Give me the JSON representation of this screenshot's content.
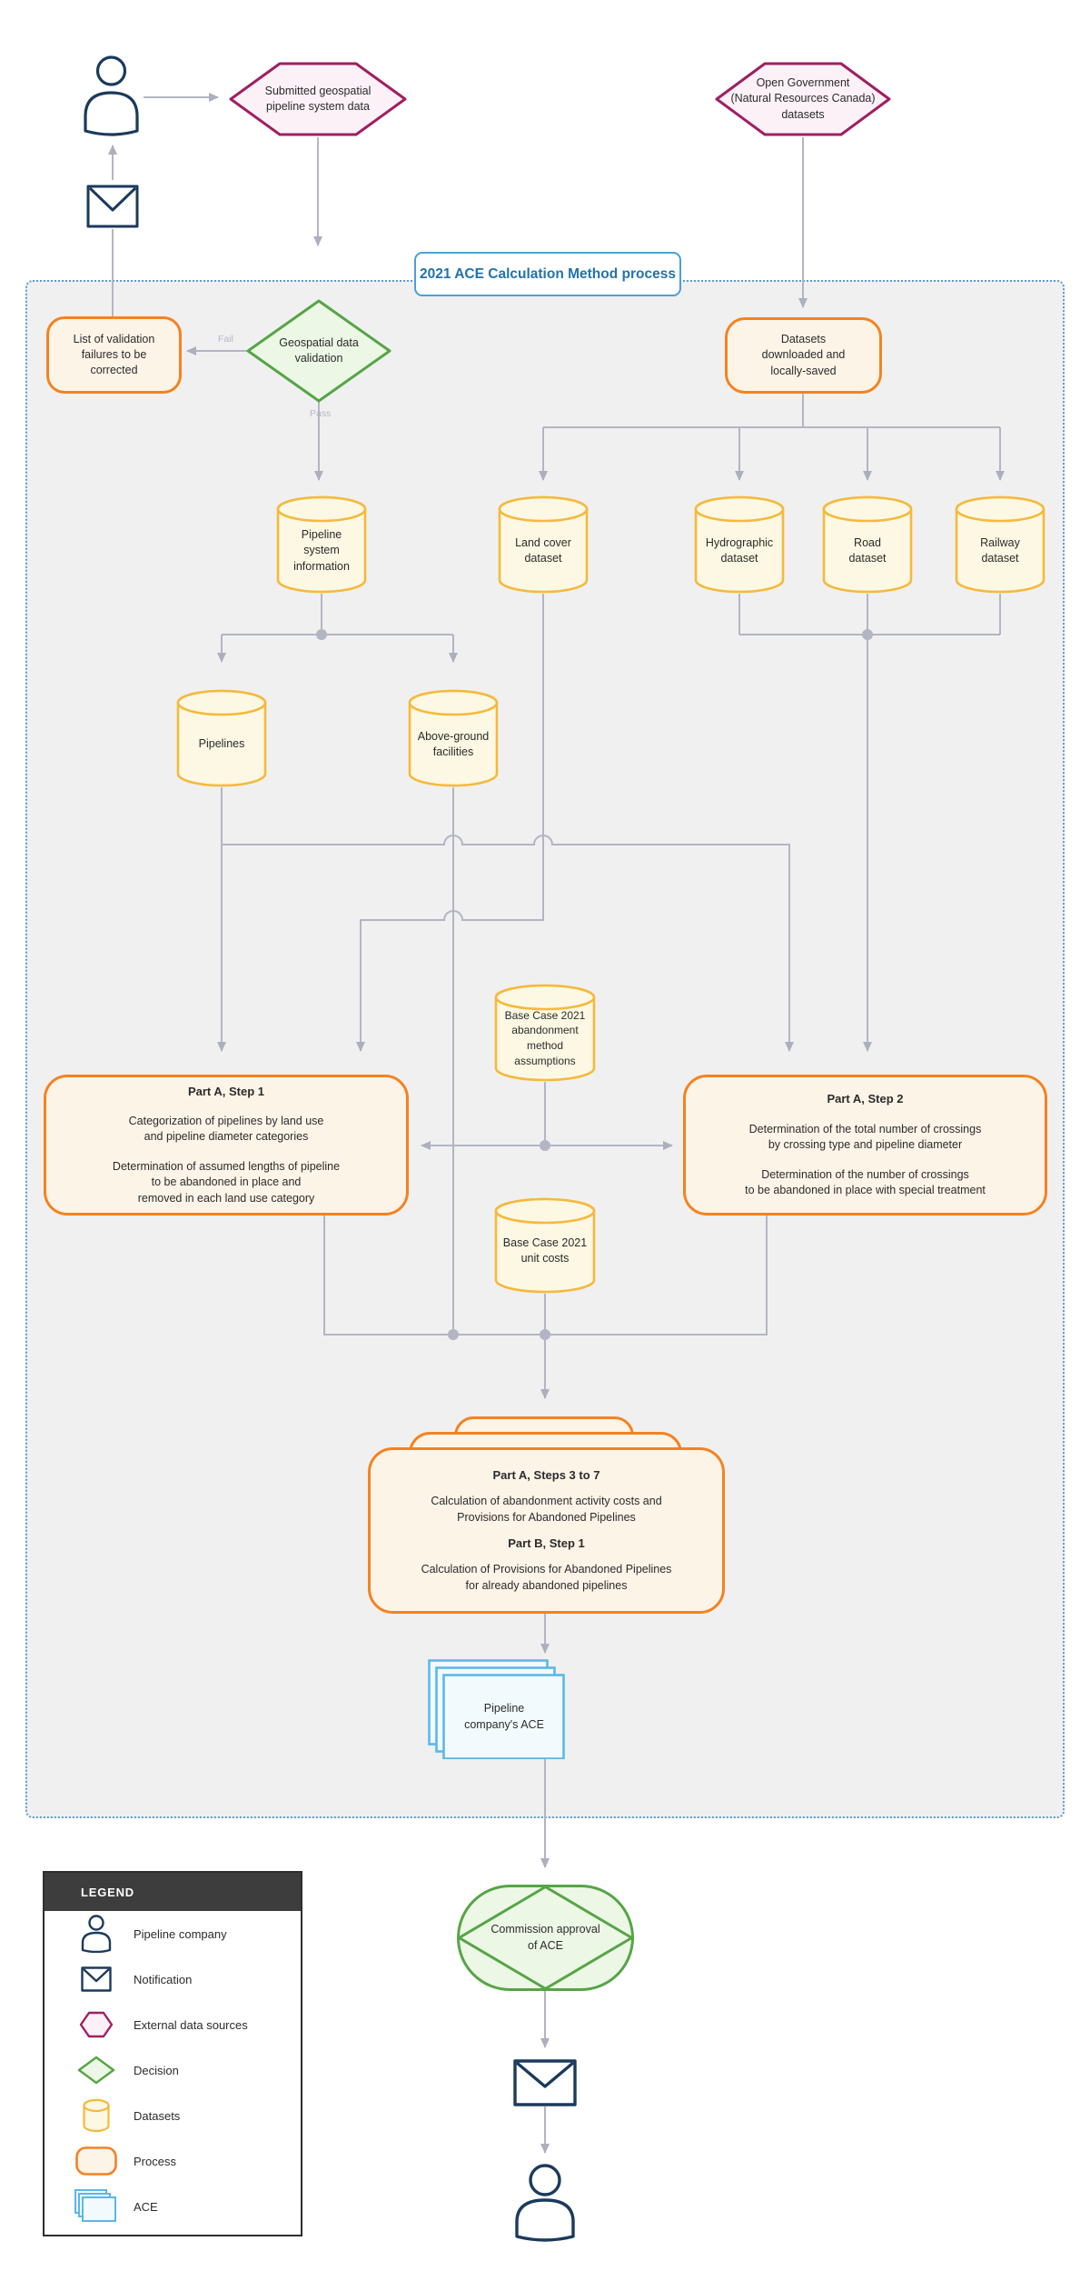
{
  "title": "2021 ACE Calculation Method process",
  "flow_labels": {
    "fail": "Fail",
    "pass": "Pass"
  },
  "nodes": {
    "submitted_data": "Submitted geospatial\npipeline system data",
    "open_government": "Open Government\n(Natural Resources Canada)\ndatasets",
    "validation_failures": "List of validation\nfailures to be\ncorrected",
    "geospatial_validation": "Geospatial data\nvalidation",
    "datasets_downloaded": "Datasets\ndownloaded and\nlocally-saved",
    "pipeline_system_info": "Pipeline\nsystem\ninformation",
    "land_cover": "Land cover\ndataset",
    "hydrographic": "Hydrographic\ndataset",
    "road": "Road\ndataset",
    "railway": "Railway\ndataset",
    "pipelines": "Pipelines",
    "above_ground": "Above-ground\nfacilities",
    "base_case_assumptions": "Base Case 2021\nabandonment\nmethod\nassumptions",
    "base_case_unit_costs": "Base Case 2021\nunit costs",
    "part_a_step1": {
      "heading": "Part A, Step 1",
      "body1": "Categorization of pipelines by land use\nand pipeline diameter categories",
      "body2": "Determination of assumed lengths of pipeline\nto be abandoned in place and\nremoved in each land use category"
    },
    "part_a_step2": {
      "heading": "Part A, Step 2",
      "body1": "Determination of the total number of crossings\nby crossing type and pipeline diameter",
      "body2": "Determination of the number of crossings\nto be abandoned in place with special treatment"
    },
    "part_a_steps_3_to_7": {
      "heading1": "Part A, Steps 3 to 7",
      "body1": "Calculation of abandonment activity costs and\nProvisions for Abandoned Pipelines",
      "heading2": "Part B, Step 1",
      "body2": "Calculation of Provisions for Abandoned Pipelines\nfor already abandoned pipelines"
    },
    "company_ace": "Pipeline\ncompany's ACE",
    "commission_approval": "Commission approval\nof ACE"
  },
  "legend": {
    "header": "LEGEND",
    "items": [
      "Pipeline company",
      "Notification",
      "External data sources",
      "Decision",
      "Datasets",
      "Process",
      "ACE"
    ]
  },
  "colors": {
    "process_border": "#f5821f",
    "process_fill": "#fdf4e8",
    "dataset_border": "#f6b93b",
    "dataset_fill": "#fdf8e3",
    "external_border": "#9e1f63",
    "external_fill": "#fbf1f7",
    "decision_border": "#55a546",
    "decision_fill": "#edf7e6",
    "ace_border": "#5bb8e8",
    "ace_fill": "#f0f9fd",
    "title_border": "#4c9fd8",
    "title_text": "#2273ac",
    "connector": "#b4b5c3",
    "icon_navy": "#1b3a5c",
    "container_fill": "#f0f0f1",
    "legend_header_bg": "#3d3d3d"
  }
}
